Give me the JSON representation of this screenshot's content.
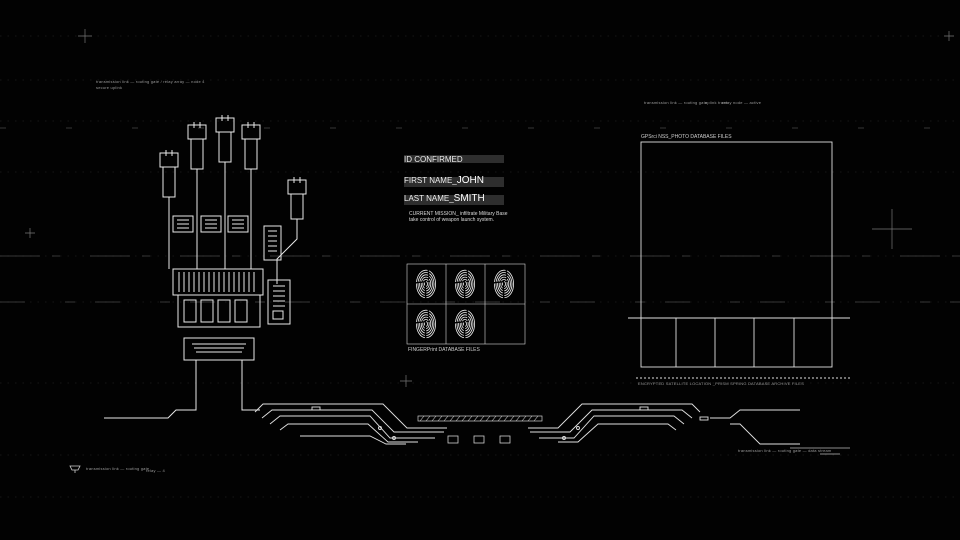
{
  "header": {
    "top_left_line1": "transmission link — routing gate / relay array — node 4",
    "top_left_line2": "secure uplink",
    "top_right_a": "transmission link — routing gate",
    "top_right_b": "uplink trace",
    "top_right_c": "relay node — active"
  },
  "id_panel": {
    "status": "ID CONFIRMED",
    "first_name_label": "FIRST NAME_",
    "first_name": "JOHN",
    "last_name_label": "LAST NAME_",
    "last_name": "SMITH",
    "mission_line1": "CURRENT MISSION_ infiltrate Military Base",
    "mission_line2": "take control of weapon launch system."
  },
  "fingerprint": {
    "caption": "FINGERPrint DATABASE FILES",
    "count": 5
  },
  "photo": {
    "caption": "GPSrci NSS_PHOTO DATABASE FILES",
    "footer": "ENCRYPTED SATELLITE LOCATION _PRISM SPRING DATABASE ARCHIVE FILES"
  },
  "footer": {
    "left_text": "transmission link — routing gate",
    "left_small": "relay — 4",
    "right_text": "transmission link — routing gate — data stream"
  },
  "colors": {
    "background": "#020202",
    "line": "#e8e8e8",
    "dim": "#3a3a3a"
  },
  "icons": [
    "hand-circuit-icon",
    "fingerprint-icon",
    "dish-icon"
  ]
}
